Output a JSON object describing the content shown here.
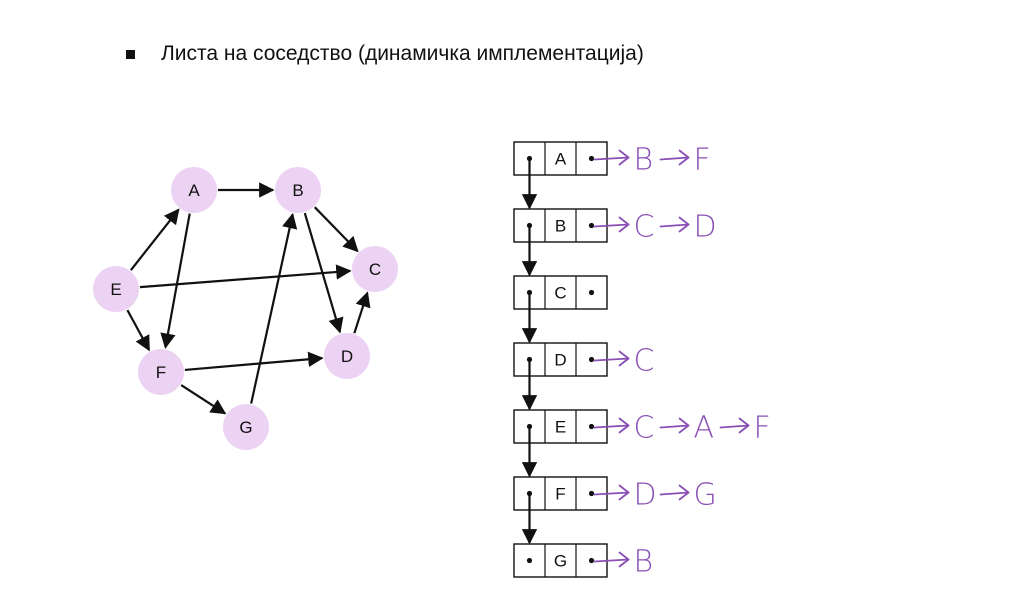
{
  "title": "Листа на соседство (динамичка имплементација)",
  "colors": {
    "node_fill": "#ecd3f4",
    "ink": "#111111",
    "handwriting": "#8a4fb5"
  },
  "graph": {
    "nodes": [
      "A",
      "B",
      "C",
      "D",
      "E",
      "F",
      "G"
    ],
    "edges": [
      [
        "A",
        "B"
      ],
      [
        "A",
        "F"
      ],
      [
        "B",
        "C"
      ],
      [
        "B",
        "D"
      ],
      [
        "D",
        "C"
      ],
      [
        "E",
        "C"
      ],
      [
        "E",
        "A"
      ],
      [
        "E",
        "F"
      ],
      [
        "F",
        "D"
      ],
      [
        "F",
        "G"
      ],
      [
        "G",
        "B"
      ]
    ]
  },
  "adjacency_list": [
    {
      "vertex": "A",
      "neighbors": [
        "B",
        "F"
      ]
    },
    {
      "vertex": "B",
      "neighbors": [
        "C",
        "D"
      ]
    },
    {
      "vertex": "C",
      "neighbors": []
    },
    {
      "vertex": "D",
      "neighbors": [
        "C"
      ]
    },
    {
      "vertex": "E",
      "neighbors": [
        "C",
        "A",
        "F"
      ]
    },
    {
      "vertex": "F",
      "neighbors": [
        "D",
        "G"
      ]
    },
    {
      "vertex": "G",
      "neighbors": [
        "B"
      ]
    }
  ]
}
